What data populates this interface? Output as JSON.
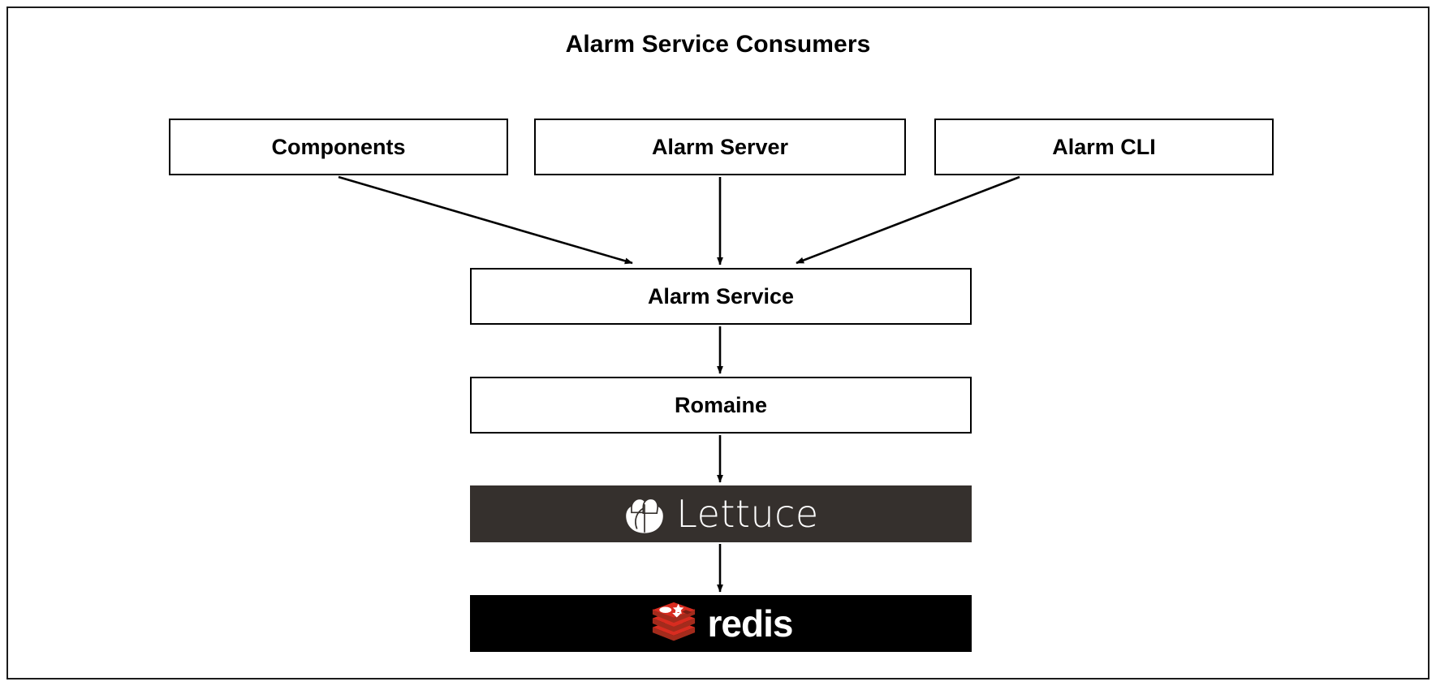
{
  "diagram": {
    "title": "Alarm Service Consumers",
    "background_color": "#ffffff",
    "frame_color": "#1b1b1b",
    "node_border_color": "#000000",
    "arrow_color": "#000000",
    "nodes": [
      {
        "id": "components",
        "label": "Components",
        "style": "plain"
      },
      {
        "id": "alarm_server",
        "label": "Alarm Server",
        "style": "plain"
      },
      {
        "id": "alarm_cli",
        "label": "Alarm CLI",
        "style": "plain"
      },
      {
        "id": "alarm_service",
        "label": "Alarm Service",
        "style": "plain"
      },
      {
        "id": "romaine",
        "label": "Romaine",
        "style": "plain"
      },
      {
        "id": "lettuce",
        "label": "Lettuce",
        "style": "logo",
        "background_color": "#35302d",
        "text_color": "#ffffff",
        "mark": "lettuce-logo-icon"
      },
      {
        "id": "redis",
        "label": "redis",
        "style": "logo",
        "background_color": "#000000",
        "text_color": "#ffffff",
        "mark": "redis-logo-icon",
        "mark_color": "#d82c20"
      }
    ],
    "edges": [
      {
        "from": "components",
        "to": "alarm_service",
        "kind": "diagonal-arrow"
      },
      {
        "from": "alarm_server",
        "to": "alarm_service",
        "kind": "vertical-arrow"
      },
      {
        "from": "alarm_cli",
        "to": "alarm_service",
        "kind": "diagonal-arrow"
      },
      {
        "from": "alarm_service",
        "to": "romaine",
        "kind": "vertical-arrow"
      },
      {
        "from": "romaine",
        "to": "lettuce",
        "kind": "vertical-arrow"
      },
      {
        "from": "lettuce",
        "to": "redis",
        "kind": "vertical-arrow"
      }
    ]
  }
}
